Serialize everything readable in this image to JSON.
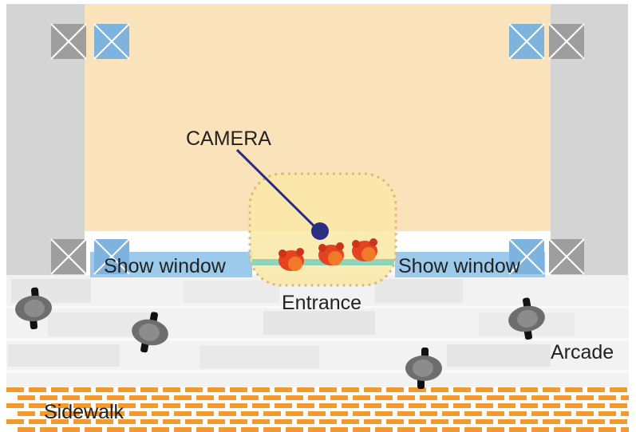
{
  "labels": {
    "camera": "CAMERA",
    "show_window_left": "Show window",
    "show_window_right": "Show window",
    "entrance": "Entrance",
    "arcade": "Arcade",
    "sidewalk": "Sidewalk"
  },
  "colors": {
    "store_floor": "#fae3bb",
    "wall": "#d4d4d4",
    "show_window": "#9ccaea",
    "entrance_zone": "#f9e7a6",
    "entrance_border": "#e6b572",
    "camera": "#2b2d83",
    "arcade_tile": "#ececec",
    "sidewalk_brick": "#f29a2e",
    "pillar_gray": "#9e9e9e",
    "pillar_blue": "#7eb3dd",
    "person_gray": "#6d6d6d",
    "shopper_red": "#e5421f",
    "shopper_orange": "#f07a2a"
  },
  "icons": {
    "pillar": "cross-box-icon",
    "camera": "camera-dot-icon",
    "pedestrian": "person-topview-icon",
    "shopper": "shopper-topview-icon"
  }
}
